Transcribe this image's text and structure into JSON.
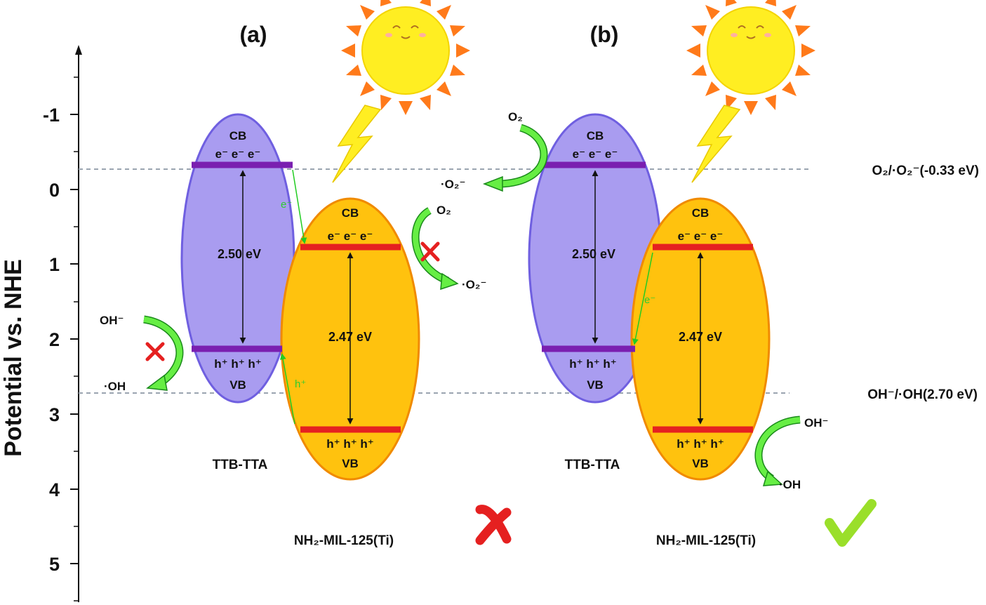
{
  "axis": {
    "title": "Potential vs. NHE",
    "ticks": [
      "-1",
      "0",
      "1",
      "2",
      "3",
      "4",
      "5"
    ]
  },
  "reference_lines": {
    "o2": "O₂/·O₂⁻(-0.33 eV)",
    "oh": "OH⁻/·OH(2.70 eV)"
  },
  "panels": {
    "a": {
      "label": "(a)",
      "ttb": {
        "cb": "CB",
        "vb": "VB",
        "electrons": "e⁻  e⁻  e⁻",
        "holes": "h⁺  h⁺  h⁺",
        "gap": "2.50 eV",
        "name": "TTB-TTA"
      },
      "mil": {
        "cb": "CB",
        "vb": "VB",
        "electrons": "e⁻   e⁻   e⁻",
        "holes": "h⁺   h⁺   h⁺",
        "gap": "2.47 eV",
        "name": "NH₂-MIL-125(Ti)"
      },
      "transfer_e": "e⁻",
      "transfer_h": "h⁺",
      "species": {
        "o2": "O₂",
        "o2_radical": "·O₂⁻",
        "oh": "OH⁻",
        "oh_radical": "·OH"
      },
      "verdict": "fail"
    },
    "b": {
      "label": "(b)",
      "ttb": {
        "cb": "CB",
        "vb": "VB",
        "electrons": "e⁻  e⁻  e⁻",
        "holes": "h⁺  h⁺  h⁺",
        "gap": "2.50 eV",
        "name": "TTB-TTA"
      },
      "mil": {
        "cb": "CB",
        "vb": "VB",
        "electrons": "e⁻   e⁻   e⁻",
        "holes": "h⁺   h⁺   h⁺",
        "gap": "2.47 eV",
        "name": "NH₂-MIL-125(Ti)"
      },
      "transfer_e": "e⁻",
      "species": {
        "o2": "O₂",
        "o2_radical": "·O₂⁻",
        "oh": "OH⁻",
        "oh_radical": "·OH"
      },
      "verdict": "success"
    }
  },
  "colors": {
    "ttb_fill": "#a99cf0",
    "ttb_stroke": "#6f5fe0",
    "ttb_band": "#7a1fb0",
    "mil_fill": "#ffc20e",
    "mil_stroke": "#f08a00",
    "mil_band": "#e52020",
    "arrow_green": "#33dd33",
    "sun": "#ffee22",
    "sun_rays": "#ff7a1a",
    "bolt": "#ffee22",
    "dashed": "#9aa4b0"
  }
}
